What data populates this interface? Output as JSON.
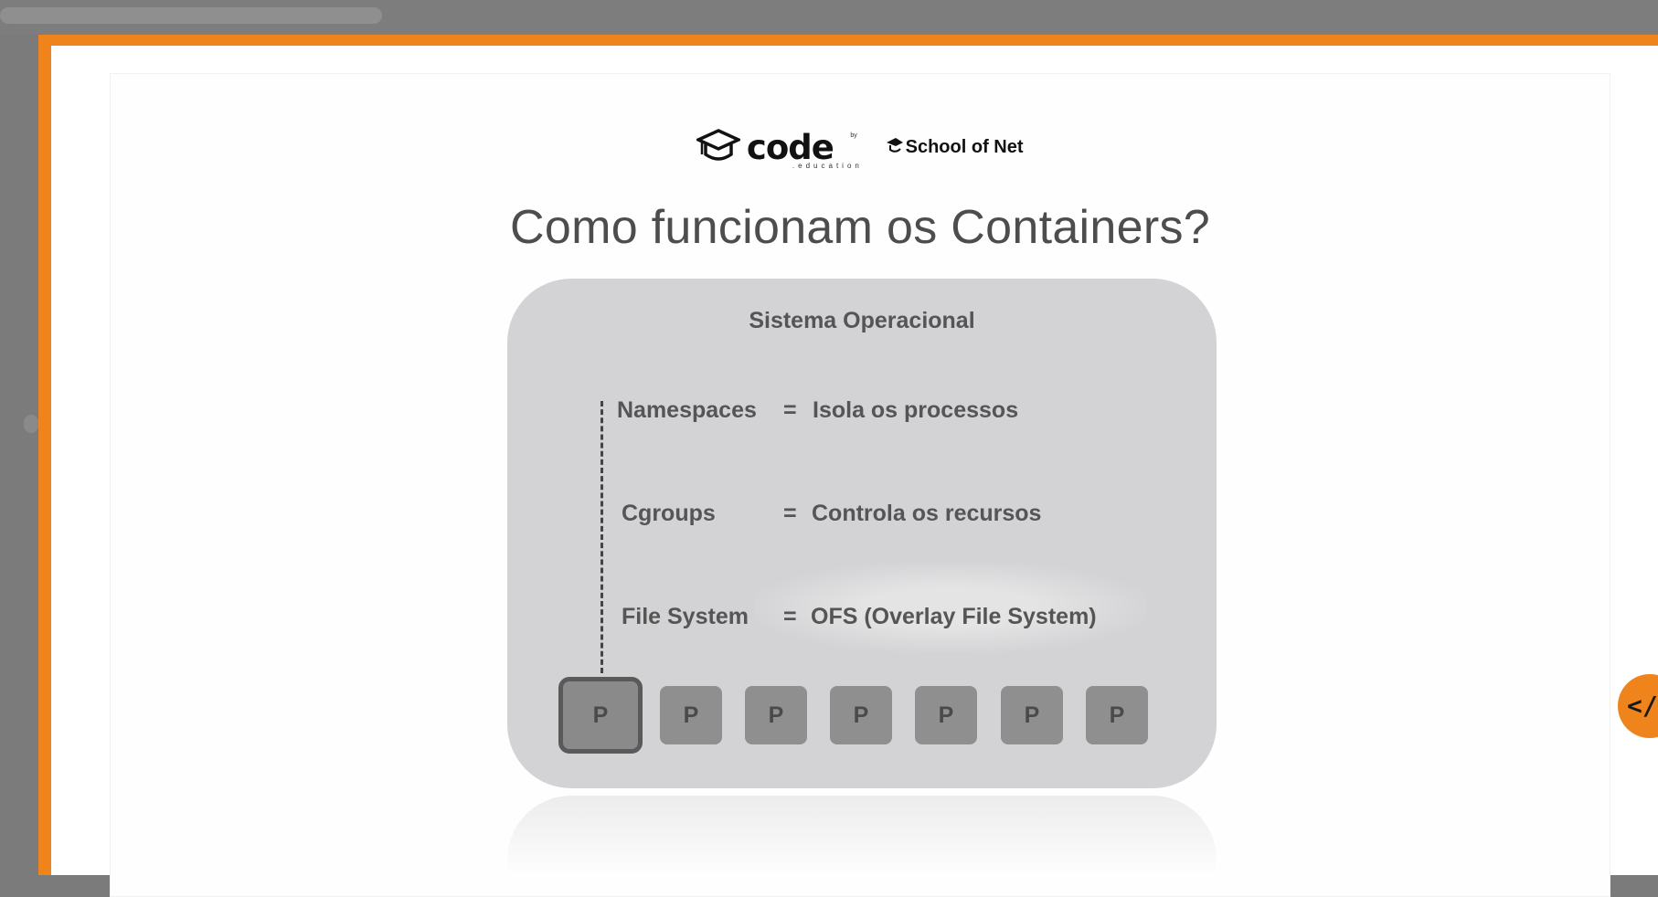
{
  "brand": {
    "code_word": "code",
    "code_sub": ".education",
    "by": "by",
    "school_name": "School of Net"
  },
  "slide": {
    "title": "Como funcionam os Containers?"
  },
  "diagram": {
    "os_label": "Sistema Operacional",
    "rows": [
      {
        "term": "Namespaces",
        "eq": "=",
        "desc": "Isola os processos"
      },
      {
        "term": "Cgroups",
        "eq": "=",
        "desc": "Controla os recursos"
      },
      {
        "term": "File System",
        "eq": "=",
        "desc": "OFS (Overlay File System)"
      }
    ],
    "processes": [
      "P",
      "P",
      "P",
      "P",
      "P",
      "P",
      "P"
    ]
  },
  "overlay": {
    "code_button_label": "</"
  },
  "colors": {
    "frame": "#f0841c",
    "os_box": "#d3d2d4",
    "process_box": "#8f8f8f",
    "title": "#4d4d4d"
  }
}
